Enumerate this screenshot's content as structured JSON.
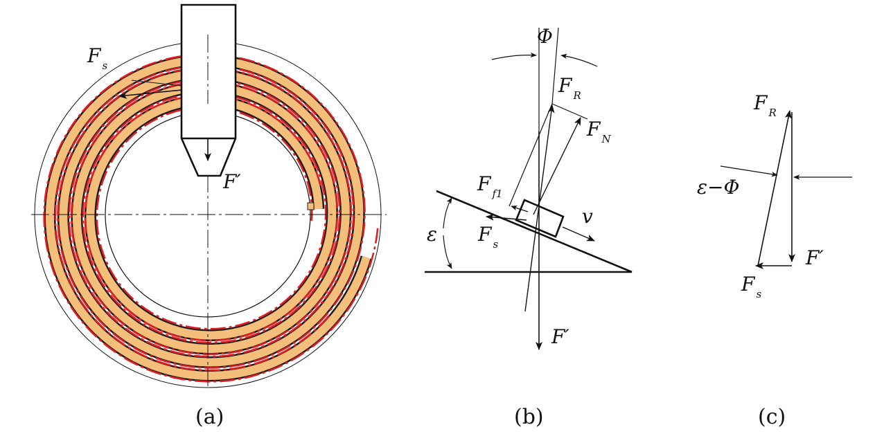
{
  "colors": {
    "strip": "#f3bf7a",
    "strip_edge": "#1a1a1a",
    "trace": "#e01e22",
    "ink": "#111111",
    "background": "#ffffff"
  },
  "panel_a": {
    "caption": "(a)",
    "label_fs": {
      "main": "F",
      "sub": "s"
    },
    "label_fprime": "F′"
  },
  "panel_b": {
    "caption": "(b)",
    "label_phi": "Φ",
    "label_fr": {
      "main": "F",
      "sub": "R"
    },
    "label_fn": {
      "main": "F",
      "sub": "N"
    },
    "label_ff1": {
      "main": "F",
      "sub": "f1"
    },
    "label_v": "v",
    "label_fs": {
      "main": "F",
      "sub": "s"
    },
    "label_eps": "ε",
    "label_fprime": "F′"
  },
  "panel_c": {
    "caption": "(c)",
    "label_fr": {
      "main": "F",
      "sub": "R"
    },
    "label_eps_phi": "ε−Φ",
    "label_fprime": "F′",
    "label_fs": {
      "main": "F",
      "sub": "s"
    }
  }
}
